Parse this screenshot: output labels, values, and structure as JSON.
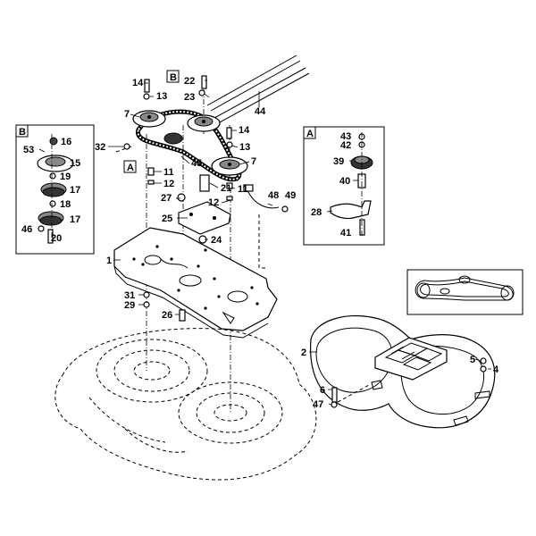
{
  "callouts": {
    "c1": "1",
    "c2": "2",
    "c4": "4",
    "c5": "5",
    "c6": "6",
    "c7a": "7",
    "c7b": "7",
    "c11a": "11",
    "c11b": "11",
    "c12a": "12",
    "c12b": "12",
    "c13a": "13",
    "c13b": "13",
    "c14a": "14",
    "c14b": "14",
    "c16": "16",
    "c17a": "17",
    "c17b": "17",
    "c18": "18",
    "c19": "19",
    "c20": "20",
    "c15": "15",
    "c21": "21",
    "c22": "22",
    "c23": "23",
    "c24": "24",
    "c25": "25",
    "c26": "26",
    "c27": "27",
    "c28": "28",
    "c29": "29",
    "c31": "31",
    "c32": "32",
    "c39": "39",
    "c40": "40",
    "c41": "41",
    "c42": "42",
    "c43": "43",
    "c44": "44",
    "c45": "45",
    "c46": "46",
    "c47": "47",
    "c48": "48",
    "c49": "49",
    "c53": "53"
  },
  "detail_boxes": {
    "a_main": "A",
    "a_ref": "A",
    "b_main": "B",
    "b_ref": "B"
  }
}
